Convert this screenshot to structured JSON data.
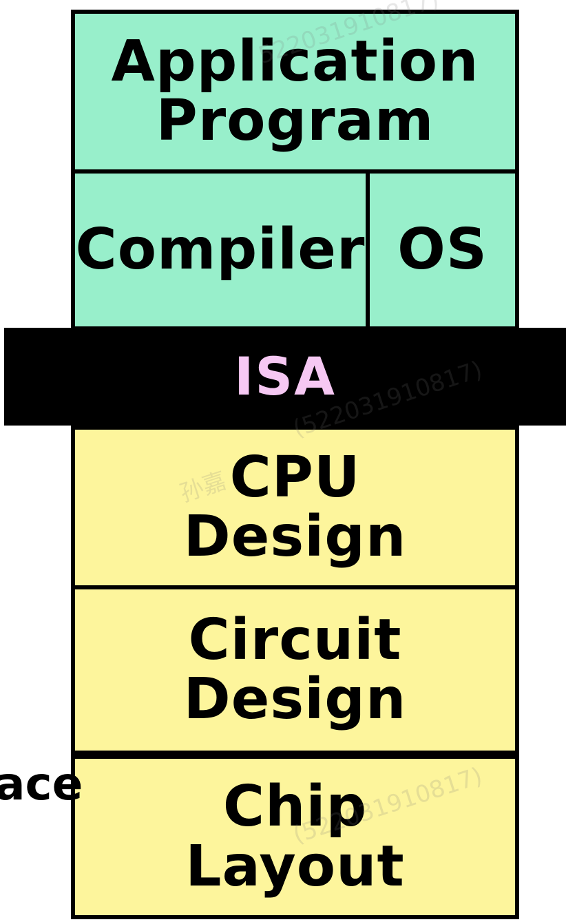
{
  "colors": {
    "software_layer": "#98efcb",
    "isa_band": "#000000",
    "isa_text": "#f6c8f3",
    "hardware_layer": "#fdf59c",
    "border": "#000000"
  },
  "stack": {
    "application_program": {
      "line1": "Application",
      "line2": "Program"
    },
    "compiler": {
      "label": "Compiler"
    },
    "os": {
      "label": "OS"
    },
    "isa": {
      "label": "ISA"
    },
    "cpu_design": {
      "line1": "CPU",
      "line2": "Design"
    },
    "circuit_design": {
      "line1": "Circuit",
      "line2": "Design"
    },
    "chip_layout": {
      "line1": "Chip",
      "line2": "Layout"
    }
  },
  "side_label": "ace",
  "watermarks": [
    "522031910817)",
    "(522031910817)",
    "孙嘉"
  ]
}
